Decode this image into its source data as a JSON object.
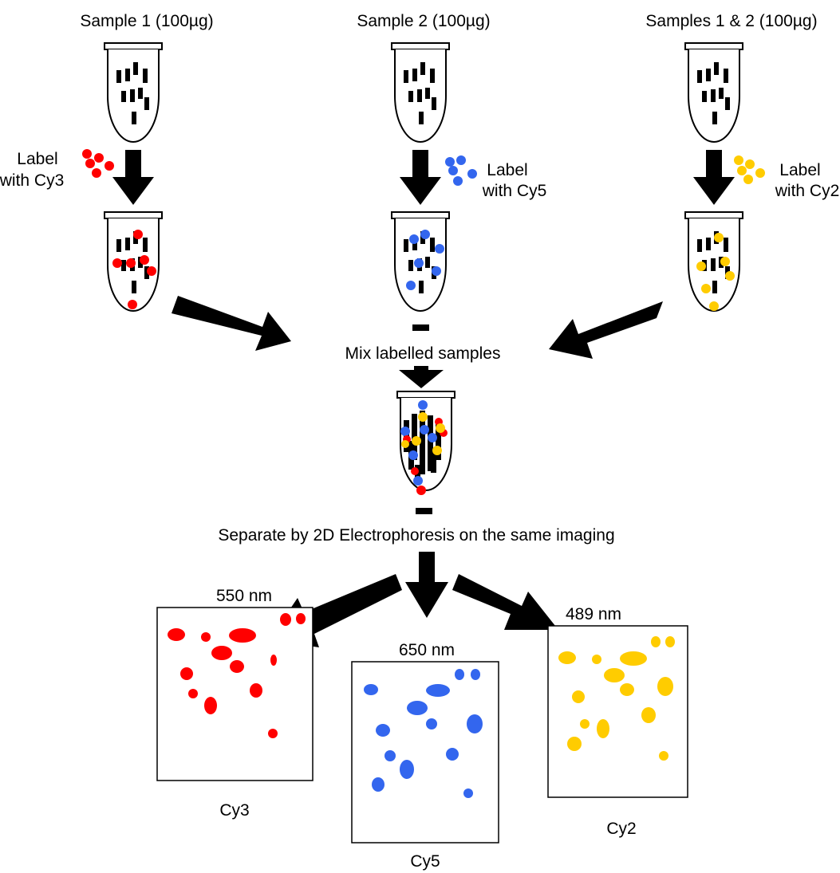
{
  "samples": [
    {
      "title": "Sample 1 (100µg)",
      "label_line1": "Label",
      "label_line2": "with Cy3",
      "dye_color": "#ff0000"
    },
    {
      "title": "Sample 2 (100µg)",
      "label_line1": "Label",
      "label_line2": "with Cy5",
      "dye_color": "#3366ee"
    },
    {
      "title": "Samples 1 & 2 (100µg)",
      "label_line1": "Label",
      "label_line2": "with Cy2",
      "dye_color": "#ffcc00"
    }
  ],
  "mix_label": "Mix labelled samples",
  "separate_label": "Separate by 2D Electrophoresis on the same imaging",
  "gels": [
    {
      "wavelength": "550 nm",
      "dye": "Cy3",
      "color": "#ff0000"
    },
    {
      "wavelength": "650 nm",
      "dye": "Cy5",
      "color": "#3366ee"
    },
    {
      "wavelength": "489 nm",
      "dye": "Cy2",
      "color": "#ffcc00"
    }
  ],
  "colors": {
    "arrow": "#000000",
    "band": "#000000",
    "outline": "#000000"
  }
}
